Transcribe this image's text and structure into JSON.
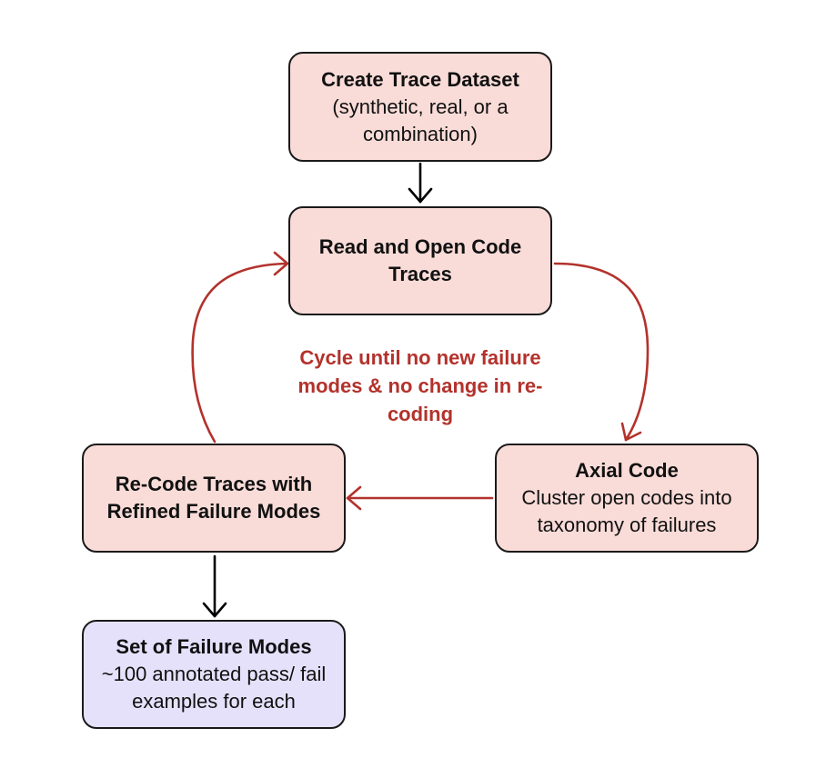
{
  "colors": {
    "node_fill": "#f9dcd8",
    "final_node_fill": "#e6e1fb",
    "border": "#1a1a1a",
    "cycle_arrow": "#b3322c",
    "flow_arrow": "#000000"
  },
  "nodes": {
    "create": {
      "title": "Create Trace Dataset",
      "body": "(synthetic, real, or a combination)"
    },
    "read": {
      "title": "Read and Open Code Traces",
      "body": ""
    },
    "axial": {
      "title": "Axial Code",
      "body": "Cluster open codes into taxonomy of failures"
    },
    "recode": {
      "title": "Re-Code Traces with Refined Failure Modes",
      "body": ""
    },
    "set": {
      "title": "Set of Failure Modes",
      "body": "~100 annotated pass/ fail examples for each"
    }
  },
  "cycle_label": "Cycle until no new failure modes & no change in re-coding"
}
